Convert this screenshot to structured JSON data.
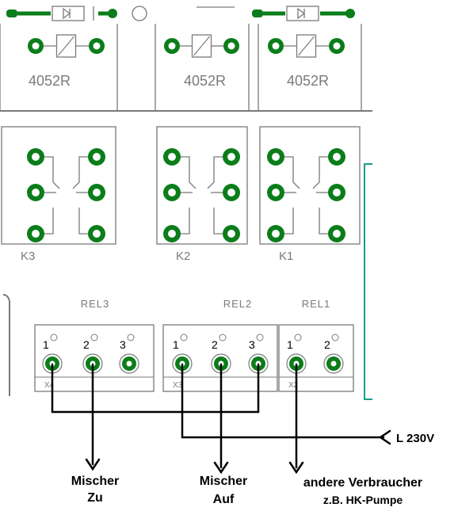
{
  "diagram": {
    "colors": {
      "pad": "#0b7d1a",
      "pad_hole": "#ffffff",
      "silk": "#7a7a7a",
      "wire": "#000000",
      "teal": "#1a9a8a",
      "text": "#000000"
    },
    "relays": [
      {
        "part": "4052R",
        "designator": "K3"
      },
      {
        "part": "4052R",
        "designator": "K2"
      },
      {
        "part": "4052R",
        "designator": "K1"
      }
    ],
    "terminal_blocks": [
      {
        "label": "REL3",
        "designator": "X4",
        "pins": [
          "1",
          "2",
          "3"
        ]
      },
      {
        "label": "REL2",
        "designator": "X3",
        "pins": [
          "1",
          "2",
          "3"
        ]
      },
      {
        "label": "REL1",
        "designator": "X2",
        "pins": [
          "1",
          "2"
        ]
      }
    ],
    "supply": {
      "label": "L 230V"
    },
    "outputs": [
      {
        "line1": "Mischer",
        "line2": "Zu"
      },
      {
        "line1": "Mischer",
        "line2": "Auf"
      },
      {
        "line1": "andere Verbraucher",
        "line2": "z.B. HK-Pumpe"
      }
    ]
  }
}
